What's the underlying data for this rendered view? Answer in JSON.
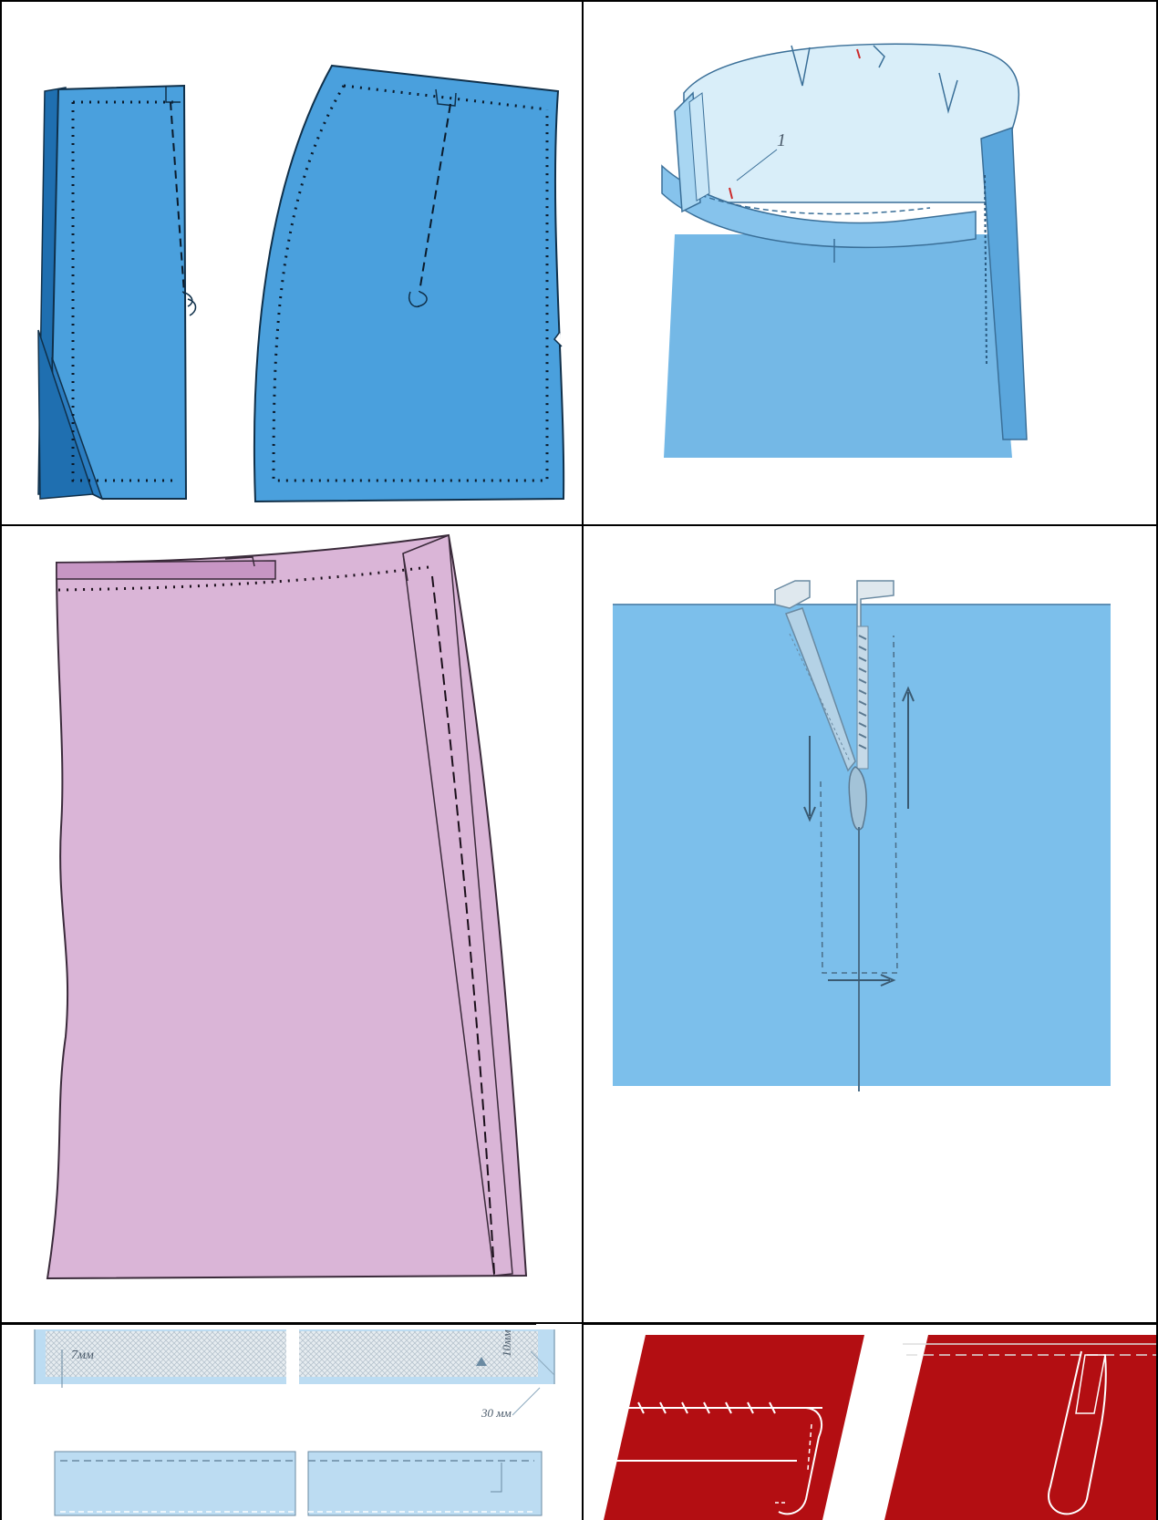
{
  "colors": {
    "skirt_blue": "#4aa0dd",
    "skirt_blue_dark": "#1f6fb0",
    "fabric_light_blue": "#7cbfeb",
    "fabric_pink": "#dab5d7",
    "fabric_red": "#b30e12",
    "waistband_blue": "#86c3ec",
    "interfacing_gray": "#d8e2ea",
    "grid": "#000000"
  },
  "figures": [
    {
      "id": "skirt-pattern-pieces-darts"
    },
    {
      "id": "waistband-attachment-view",
      "labels": {
        "marker": "1"
      }
    },
    {
      "id": "pink-skirt-panel-seam"
    },
    {
      "id": "zipper-insertion"
    },
    {
      "id": "waistband-interfacing-strips",
      "labels": {
        "allowance": "7мм",
        "width": "10мм",
        "extension": "30 мм"
      }
    },
    {
      "id": "hem-finishing-stitches"
    }
  ]
}
